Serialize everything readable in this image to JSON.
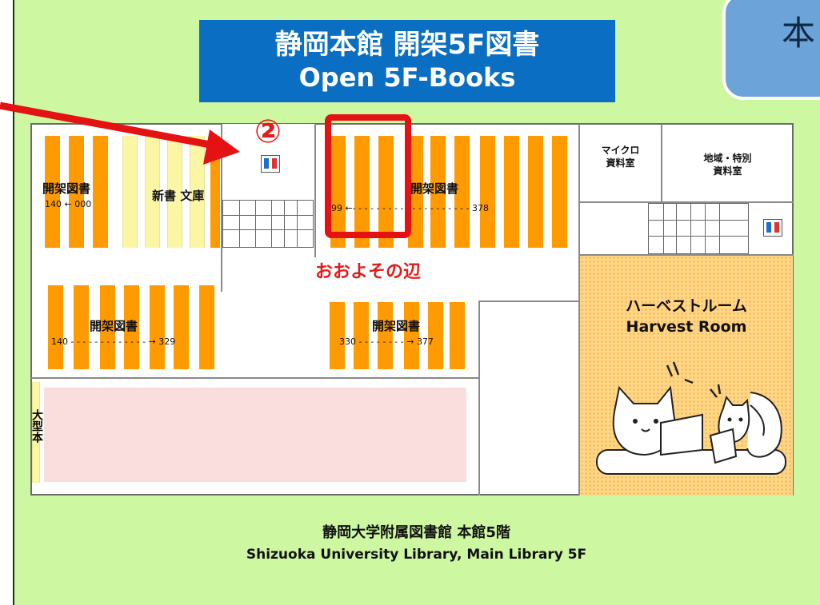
{
  "title": {
    "jp": "静岡本館 開架5F図書",
    "en": "Open 5F-Books"
  },
  "corner_tab": {
    "text": "本"
  },
  "marker": {
    "number": "②"
  },
  "approx_note": "おおよその辺",
  "areas": {
    "stacks_left_top": {
      "label": "開架図書",
      "range_start": "140",
      "range_end": "000"
    },
    "new_books": {
      "label": "新書 文庫"
    },
    "stacks_center_top": {
      "label": "開架図書",
      "range_start": "99",
      "range_end": "378"
    },
    "stacks_left_mid": {
      "label": "開架図書",
      "range_start": "140",
      "range_end": "329"
    },
    "stacks_center_mid": {
      "label": "開架図書",
      "range_start": "330",
      "range_end": "377"
    },
    "oversize": {
      "label": "大型本"
    },
    "micro_room": {
      "label_line1": "マイクロ",
      "label_line2": "資料室"
    },
    "regional_room": {
      "label_line1": "地域・特別",
      "label_line2": "資料室"
    },
    "harvest_room": {
      "jp": "ハーベストルーム",
      "en": "Harvest Room"
    }
  },
  "footer": {
    "jp": "静岡大学附属図書館 本館5階",
    "en": "Shizuoka University Library, Main Library 5F"
  },
  "colors": {
    "background": "#cdf7a0",
    "title_bg": "#0a6fc2",
    "stack_orange": "#ff9a00",
    "stack_yellow": "#fbf6a4",
    "highlight_red": "#e41212",
    "harvest_bg": "#ffd78a",
    "pink_zone": "#fadddd"
  },
  "icons": [
    "restroom-icon",
    "arrow-icon",
    "cat-mascot",
    "squirrel-mascot"
  ]
}
